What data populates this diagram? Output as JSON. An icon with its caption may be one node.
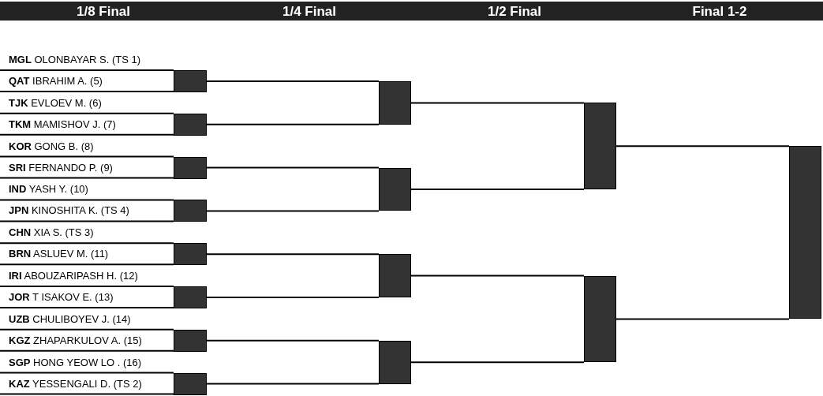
{
  "diagram": {
    "nodes": [
      {
        "text": [
          "**MGL** OLONBAYAR S. (TS 1)"
        ]
      },
      {
        "text": [
          "**QAT** IBRAHIM A. (5)"
        ]
      },
      {
        "text": [
          "**TJK** EVLOEV M. (6)"
        ]
      },
      {
        "text": [
          "**TKM** MAMISHOV J. (7)"
        ]
      },
      {
        "text": [
          "**KOR** GONG B. (8)"
        ]
      },
      {
        "text": [
          "**SRI** FERNANDO P. (9)"
        ]
      },
      {
        "text": [
          "**IND** YASH Y. (10)"
        ]
      },
      {
        "text": [
          "**JPN** KINOSHITA K. (TS 4)"
        ]
      },
      {
        "text": [
          "**CHN** XIA S. (TS 3)"
        ]
      },
      {
        "text": [
          "**BRN** ASLUEV M. (11)"
        ]
      },
      {
        "text": [
          "**IRI** ABOUZARIPASH H. (12)"
        ]
      },
      {
        "text": [
          "**JOR** T ISAKOV E. (13)"
        ]
      },
      {
        "text": [
          "**UZB** CHULIBOYEV J. (14)"
        ]
      },
      {
        "text": [
          "**KGZ** ZHAPARKULOV A. (15)"
        ]
      },
      {
        "text": [
          "**SGP** HONG YEOW LO . (16)"
        ]
      },
      {
        "text": [
          "**KAZ** YESSENGALI D. (TS 2)"
        ]
      },
      {
        "text": [],
        "shape": "bar"
      },
      {
        "text": [],
        "shape": "bar"
      },
      {
        "text": [],
        "shape": "bar"
      },
      {
        "text": [],
        "shape": "bar"
      },
      {
        "text": [],
        "shape": "bar"
      },
      {
        "text": [],
        "shape": "bar"
      },
      {
        "text": [],
        "shape": "bar"
      },
      {
        "text": [],
        "shape": "bar"
      },
      {
        "text": [],
        "shape": "bar"
      },
      {
        "text": [],
        "shape": "bar"
      },
      {
        "text": [],
        "shape": "bar"
      },
      {
        "text": [],
        "shape": "bar"
      },
      {
        "text": [],
        "shape": "bar"
      },
      {
        "text": [],
        "shape": "bar"
      },
      {
        "text": [],
        "shape": "bar"
      }
    ],
    "edges": [
      {
        "from": 0,
        "to": 16,
        "arrow": "none"
      },
      {
        "from": 1,
        "to": 16,
        "arrow": "none"
      },
      {
        "from": 2,
        "to": 17,
        "arrow": "none"
      },
      {
        "from": 3,
        "to": 17,
        "arrow": "none"
      },
      {
        "from": 4,
        "to": 18,
        "arrow": "none"
      },
      {
        "from": 5,
        "to": 18,
        "arrow": "none"
      },
      {
        "from": 6,
        "to": 19,
        "arrow": "none"
      },
      {
        "from": 7,
        "to": 19,
        "arrow": "none"
      },
      {
        "from": 8,
        "to": 20,
        "arrow": "none"
      },
      {
        "from": 9,
        "to": 20,
        "arrow": "none"
      },
      {
        "from": 10,
        "to": 21,
        "arrow": "none"
      },
      {
        "from": 11,
        "to": 21,
        "arrow": "none"
      },
      {
        "from": 12,
        "to": 22,
        "arrow": "none"
      },
      {
        "from": 13,
        "to": 22,
        "arrow": "none"
      },
      {
        "from": 14,
        "to": 23,
        "arrow": "none"
      },
      {
        "from": 15,
        "to": 23,
        "arrow": "none"
      },
      {
        "from": 16,
        "to": 24,
        "arrow": "none"
      },
      {
        "from": 17,
        "to": 24,
        "arrow": "none"
      },
      {
        "from": 18,
        "to": 25,
        "arrow": "none"
      },
      {
        "from": 19,
        "to": 25,
        "arrow": "none"
      },
      {
        "from": 20,
        "to": 26,
        "arrow": "none"
      },
      {
        "from": 21,
        "to": 26,
        "arrow": "none"
      },
      {
        "from": 22,
        "to": 27,
        "arrow": "none"
      },
      {
        "from": 23,
        "to": 27,
        "arrow": "none"
      },
      {
        "from": 24,
        "to": 28,
        "arrow": "none"
      },
      {
        "from": 25,
        "to": 28,
        "arrow": "none"
      },
      {
        "from": 26,
        "to": 29,
        "arrow": "none"
      },
      {
        "from": 27,
        "to": 29,
        "arrow": "none"
      },
      {
        "from": 28,
        "to": 30,
        "arrow": "none"
      },
      {
        "from": 29,
        "to": 30,
        "arrow": "none"
      }
    ],
    "labels": [
      "1/8 Final",
      "1/4 Final",
      "1/2 Final",
      "Final 1-2"
    ]
  }
}
